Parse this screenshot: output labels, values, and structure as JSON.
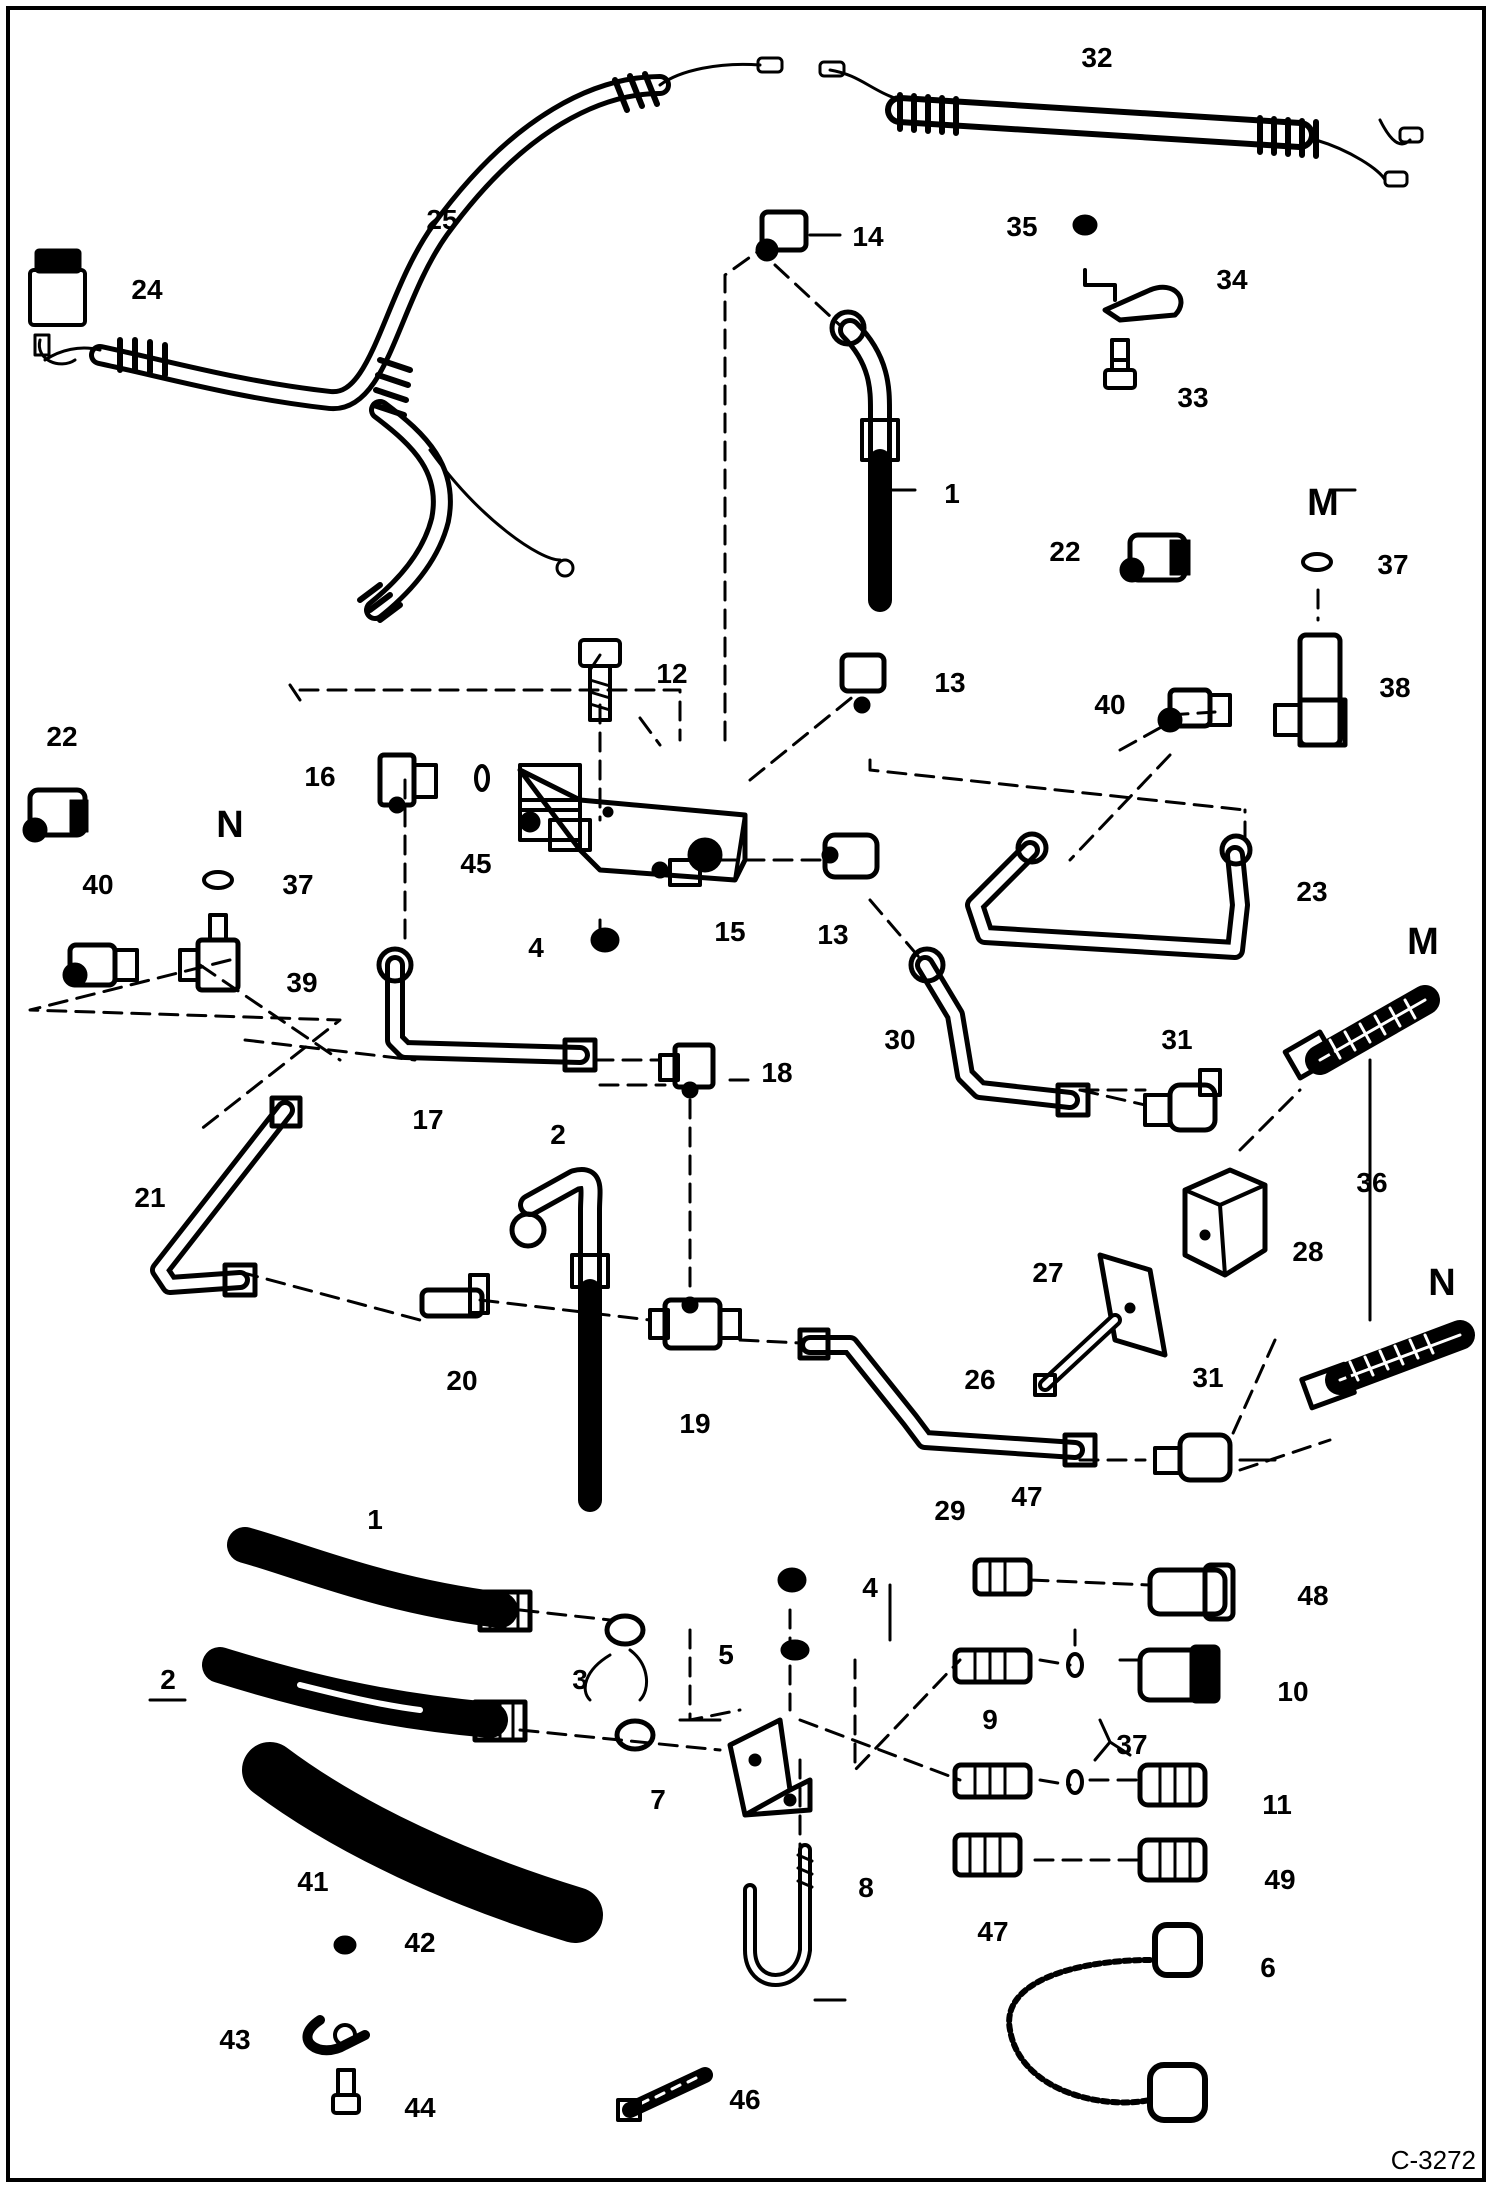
{
  "diagram_ref": "C-3272",
  "callouts": {
    "c1": "1",
    "c1b": "1",
    "c2": "2",
    "c2b": "2",
    "c3": "3",
    "c4": "4",
    "c4b": "4",
    "c5": "5",
    "c6": "6",
    "c7": "7",
    "c8": "8",
    "c9": "9",
    "c10": "10",
    "c11": "11",
    "c12": "12",
    "c13": "13",
    "c13b": "13",
    "c14": "14",
    "c15": "15",
    "c16": "16",
    "c17": "17",
    "c18": "18",
    "c19": "19",
    "c20": "20",
    "c21": "21",
    "c22": "22",
    "c22b": "22",
    "c23": "23",
    "c24": "24",
    "c25": "25",
    "c26": "26",
    "c27": "27",
    "c28": "28",
    "c29": "29",
    "c30": "30",
    "c31": "31",
    "c31b": "31",
    "c32": "32",
    "c33": "33",
    "c34": "34",
    "c35": "35",
    "c36": "36",
    "c37": "37",
    "c37b": "37",
    "c37c": "37",
    "c38": "38",
    "c39": "39",
    "c40": "40",
    "c40b": "40",
    "c41": "41",
    "c42": "42",
    "c43": "43",
    "c44": "44",
    "c45": "45",
    "c46": "46",
    "c47": "47",
    "c47b": "47",
    "c48": "48",
    "c49": "49"
  },
  "markers": {
    "m_top": "M",
    "m_right": "M",
    "n_left": "N",
    "n_right": "N"
  }
}
